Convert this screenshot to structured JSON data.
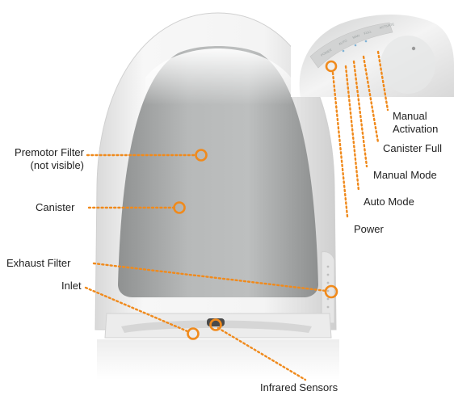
{
  "colors": {
    "accent": "#f08a1c",
    "body_white": "#f2f2f2",
    "panel_silver": "#a9abab",
    "text": "#222222"
  },
  "labels": {
    "premotor_line1": "Premotor Filter",
    "premotor_line2": "(not visible)",
    "canister": "Canister",
    "exhaust_filter": "Exhaust Filter",
    "inlet": "Inlet",
    "infrared_sensors": "Infrared Sensors",
    "power": "Power",
    "auto_mode": "Auto Mode",
    "manual_mode": "Manual Mode",
    "canister_full": "Canister Full",
    "manual_activation_line1": "Manual",
    "manual_activation_line2": "Activation"
  }
}
